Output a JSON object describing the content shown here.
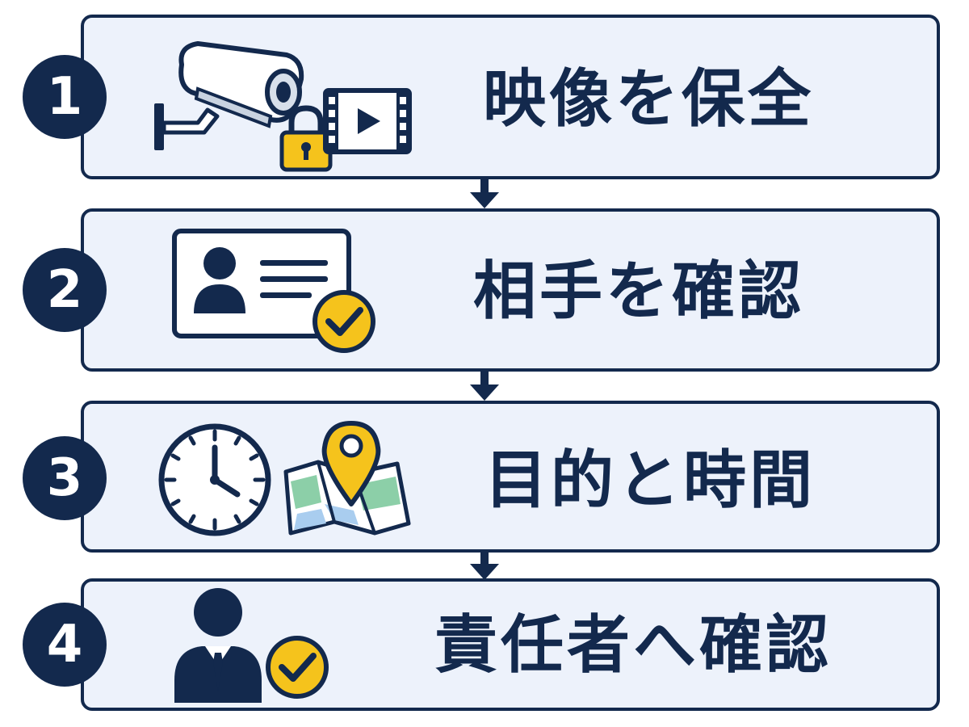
{
  "colors": {
    "navy": "#13294d",
    "panel": "#edf2fb",
    "yellow": "#f5c31c",
    "map_green": "#8ccfa8",
    "map_blue": "#a9cdef"
  },
  "steps": [
    {
      "number": "1",
      "label": "映像を保全",
      "icon": "security-camera-lock-video-icon"
    },
    {
      "number": "2",
      "label": "相手を確認",
      "icon": "id-card-check-icon"
    },
    {
      "number": "3",
      "label": "目的と時間",
      "icon": "clock-map-pin-icon"
    },
    {
      "number": "4",
      "label": "責任者へ確認",
      "icon": "manager-check-icon"
    }
  ]
}
